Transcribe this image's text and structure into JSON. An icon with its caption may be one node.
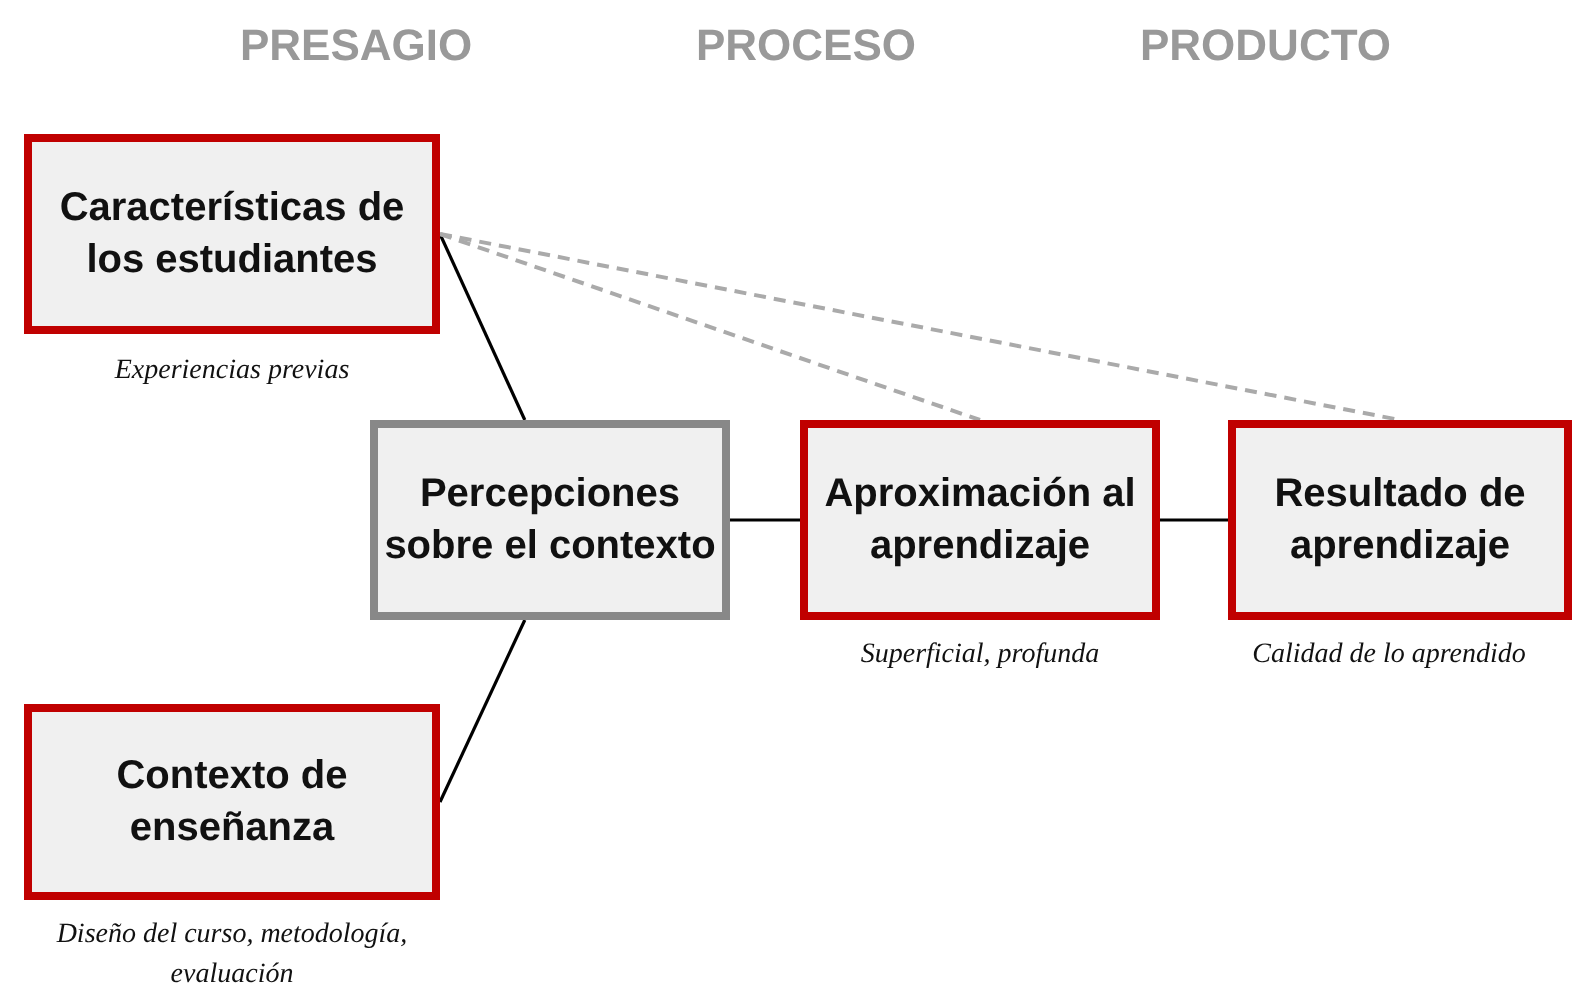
{
  "diagram": {
    "nodes": [
      {
        "text": [
          "Características de los estudiantes"
        ],
        "beside": [
          "Experiencias previas"
        ]
      },
      {
        "text": [
          "Percepciones sobre el contexto"
        ]
      },
      {
        "text": [
          "Aproximación al aprendizaje"
        ],
        "beside": [
          "Superficial, profunda"
        ]
      },
      {
        "text": [
          "Resultado de aprendizaje"
        ],
        "beside": [
          "Calidad de lo aprendido"
        ]
      },
      {
        "text": [
          "Contexto de enseñanza"
        ],
        "beside": [
          "Diseño del curso, metodología, evaluación"
        ]
      }
    ],
    "edges": [
      {
        "from": 0,
        "to": 1,
        "arrow": "none"
      },
      {
        "from": 4,
        "to": 1,
        "arrow": "none"
      },
      {
        "from": 1,
        "to": 2,
        "arrow": "none"
      },
      {
        "from": 2,
        "to": 3,
        "arrow": "none"
      },
      {
        "from": 0,
        "to": 2,
        "arrow": "none",
        "style": "dashed",
        "color": "#aaaaaa"
      },
      {
        "from": 0,
        "to": 3,
        "arrow": "none",
        "style": "dashed",
        "color": "#aaaaaa"
      }
    ],
    "labels": [
      "PRESAGIO",
      "PROCESO",
      "PRODUCTO"
    ]
  }
}
